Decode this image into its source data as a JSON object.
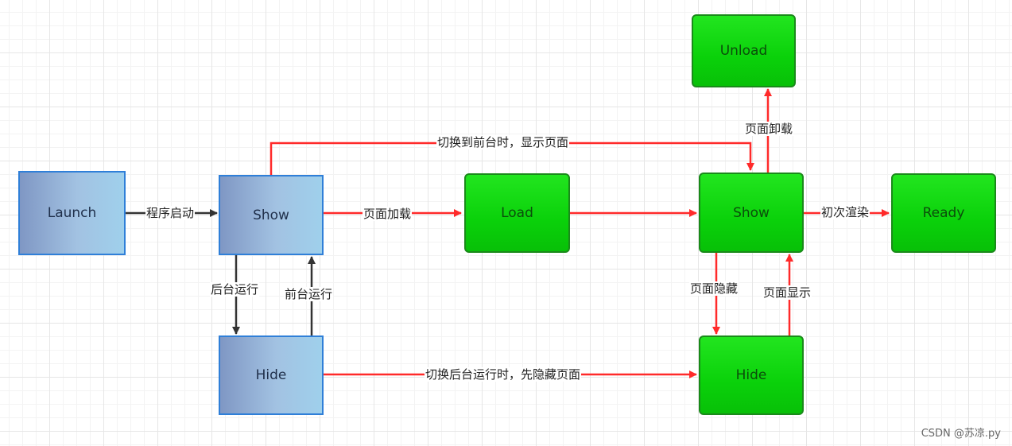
{
  "nodes": {
    "launch": "Launch",
    "show_blue": "Show",
    "hide_blue": "Hide",
    "load": "Load",
    "show_green": "Show",
    "unload": "Unload",
    "hide_green": "Hide",
    "ready": "Ready"
  },
  "edges": {
    "launch_to_show": "程序启动",
    "show_to_load": "页面加载",
    "show_to_hide_blue": "后台运行",
    "hide_to_show_blue": "前台运行",
    "show_blue_to_show_green": "切换到前台时，显示页面",
    "hide_blue_to_hide_green": "切换后台运行时，先隐藏页面",
    "show_to_unload": "页面卸载",
    "show_to_ready": "初次渲染",
    "show_to_hide_green": "页面隐藏",
    "hide_to_show_green": "页面显示"
  },
  "watermark": "CSDN @苏凉.py",
  "colors": {
    "lifecycle_arrow": "#ff2a2a",
    "app_arrow": "#333333",
    "blue_border": "#2f7fd8",
    "green_fill": "#0ad10a",
    "green_border": "#1a8a1a"
  }
}
